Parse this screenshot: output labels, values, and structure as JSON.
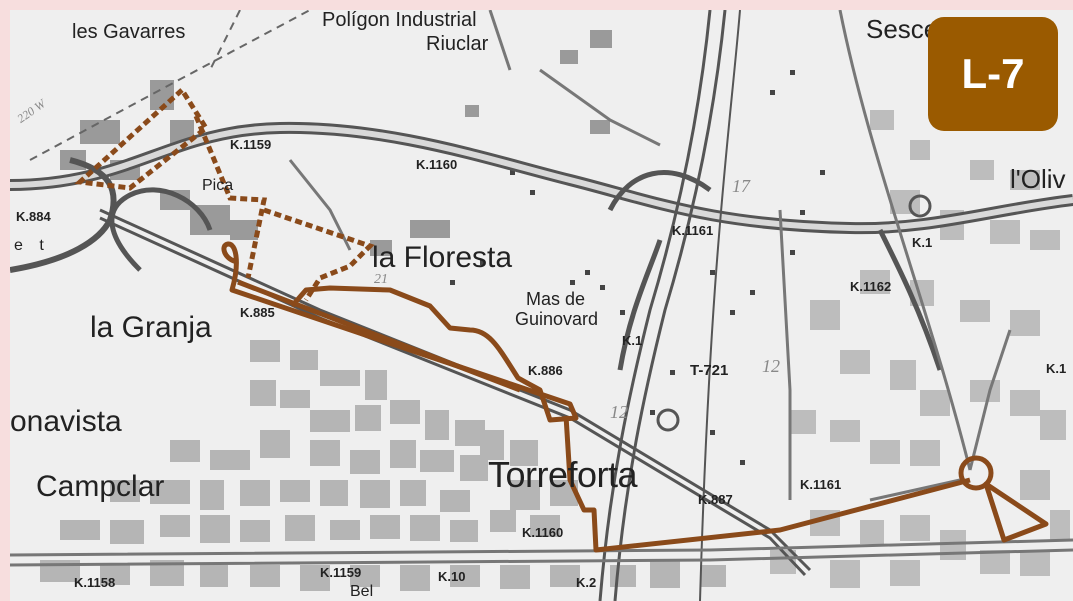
{
  "route_badge": {
    "label": "L-7",
    "color": "#9a5a00"
  },
  "route_color": "#8a4a1a",
  "places": {
    "les_gavarres": "les Gavarres",
    "poligon_industrial": "Polígon Industrial",
    "riuclar": "Riuclar",
    "sescel": "Sescel",
    "oliv": "l'Oliv",
    "pica": "Pica",
    "la_floresta": "la Floresta",
    "mas_de": "Mas de",
    "guinovard": "Guinovard",
    "la_granja": "la Granja",
    "bonavista": "onavista",
    "campclar": "Campclar",
    "torreforta": "Torreforta",
    "et": "e t",
    "bel": "Bel"
  },
  "km_markers": {
    "k1159a": "K.1159",
    "k1160a": "K.1160",
    "k884": "K.884",
    "k1161": "K.1161",
    "k1162": "K.1162",
    "k885": "K.885",
    "k886": "K.886",
    "k1_": "K.1",
    "k887": "K.887",
    "k1161b": "K.1161",
    "k1160b": "K.1160",
    "k1158": "K.1158",
    "k1159b": "K.1159",
    "k10": "K.10",
    "k2": "K.2",
    "k1a": "K.1",
    "k1b": "K.1"
  },
  "roads": {
    "t721": "T-721"
  },
  "map_numbers": {
    "n17": "17",
    "n12": "12",
    "n12b": "12",
    "n21": "21",
    "n220": "220 W"
  }
}
